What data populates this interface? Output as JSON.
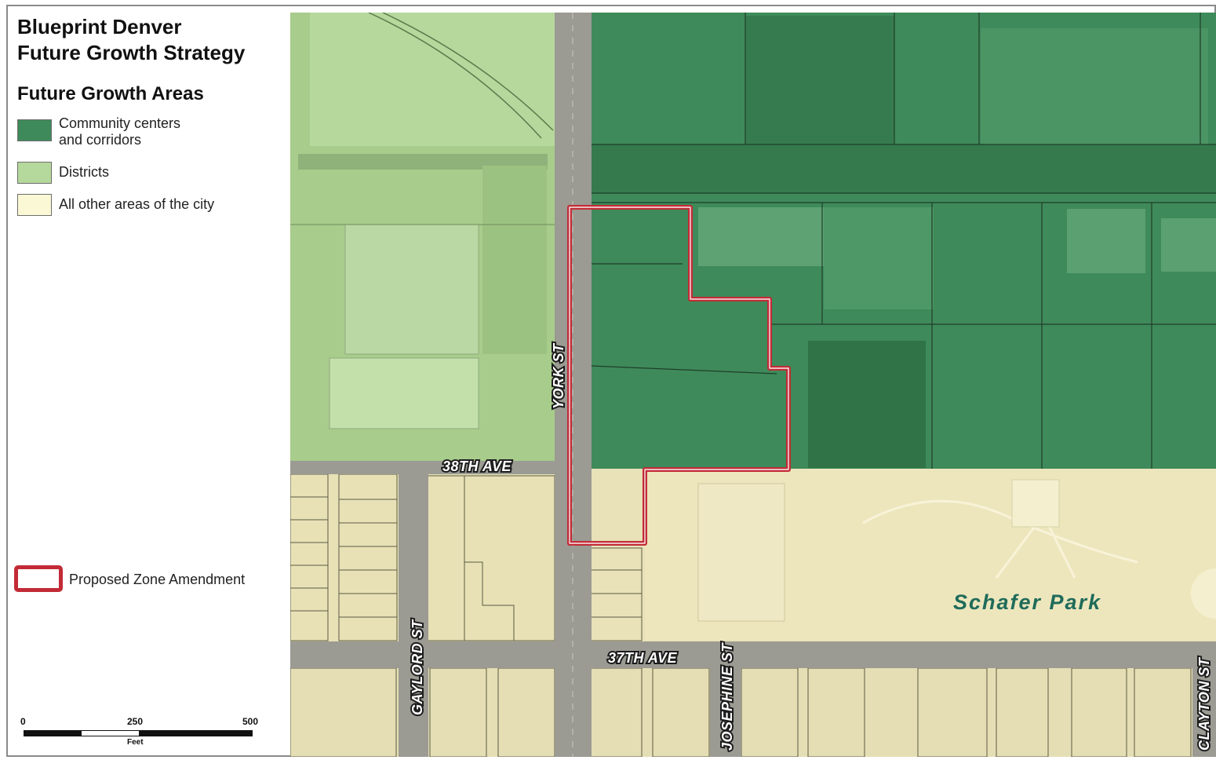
{
  "legend": {
    "title_line1": "Blueprint Denver",
    "title_line2": "Future Growth Strategy",
    "section_title": "Future Growth Areas",
    "items": [
      {
        "label_line1": "Community centers",
        "label_line2": "and corridors",
        "color": "#3f8a5a"
      },
      {
        "label_line1": "Districts",
        "label_line2": "",
        "color": "#b5d99c"
      },
      {
        "label_line1": "All other areas of the city",
        "label_line2": "",
        "color": "#fbf8d6"
      }
    ],
    "boundary": {
      "label": "Proposed Zone Amendment",
      "color": "#c22b36"
    },
    "scale": {
      "ticks": [
        "0",
        "250",
        "500"
      ],
      "unit": "Feet"
    }
  },
  "map": {
    "streets": {
      "york": "YORK ST",
      "ave38": "38TH AVE",
      "ave37": "37TH AVE",
      "gaylord": "GAYLORD ST",
      "josephine": "JOSEPHINE ST",
      "clayton": "CLAYTON ST"
    },
    "park_label": "Schafer Park"
  }
}
